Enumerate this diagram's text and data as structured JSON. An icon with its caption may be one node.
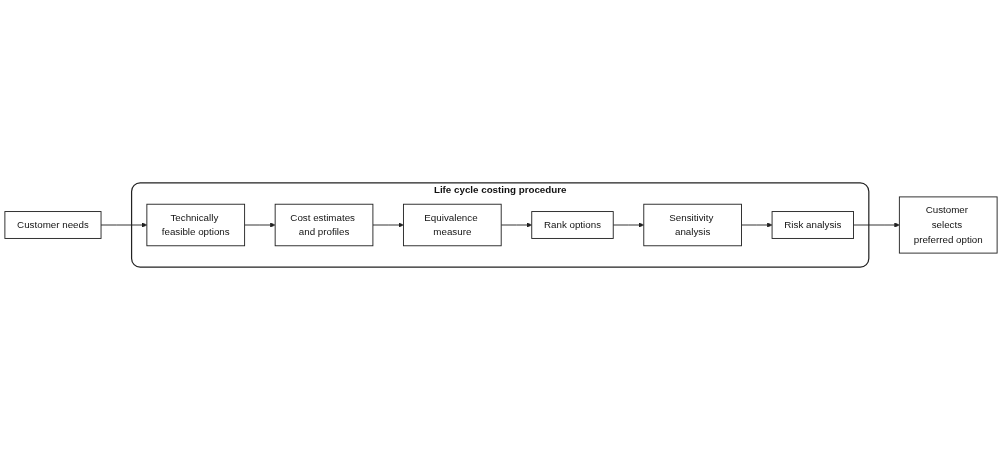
{
  "diagram": {
    "nodes": [
      {
        "text": [
          "Customer needs"
        ]
      },
      {
        "text": [
          "Life cycle costing procedure"
        ]
      },
      {
        "text": [
          "Technically feasible options"
        ],
        "in": 1
      },
      {
        "text": [
          "Cost estimates and profiles"
        ],
        "in": 1
      },
      {
        "text": [
          "Equivalence measure"
        ],
        "in": 1
      },
      {
        "text": [
          "Rank options"
        ],
        "in": 1
      },
      {
        "text": [
          "Sensitivity analysis"
        ],
        "in": 1
      },
      {
        "text": [
          "Risk analysis"
        ],
        "in": 1
      },
      {
        "text": [
          "Customer selects preferred option"
        ]
      }
    ],
    "edges": [
      {
        "from": 0,
        "to": 2,
        "arrow": "to"
      },
      {
        "from": 2,
        "to": 3,
        "arrow": "to"
      },
      {
        "from": 3,
        "to": 4,
        "arrow": "to"
      },
      {
        "from": 4,
        "to": 5,
        "arrow": "to"
      },
      {
        "from": 5,
        "to": 6,
        "arrow": "to"
      },
      {
        "from": 6,
        "to": 7,
        "arrow": "to"
      },
      {
        "from": 7,
        "to": 8,
        "arrow": "to"
      }
    ]
  }
}
